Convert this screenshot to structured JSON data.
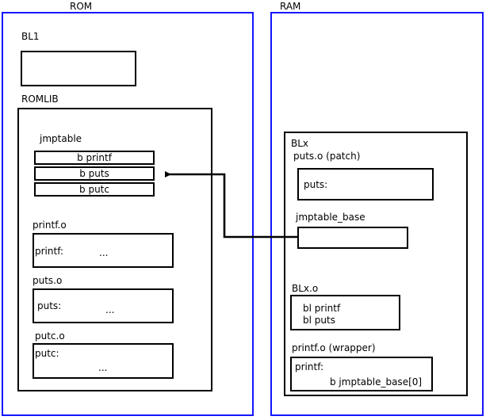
{
  "diagram": {
    "title_rom": "ROM",
    "title_ram": "RAM",
    "rom": {
      "bl1_label": "BL1",
      "romlib_label": "ROMLIB",
      "jmptable_label": "jmptable",
      "jmptable_entries": [
        "b printf",
        "b puts",
        "b putc"
      ],
      "objects": [
        {
          "name": "printf.o",
          "symbol": "printf:",
          "body": "..."
        },
        {
          "name": "puts.o",
          "symbol": "puts:",
          "body": "..."
        },
        {
          "name": "putc.o",
          "symbol": "putc:",
          "body": "..."
        }
      ]
    },
    "ram": {
      "blx_label": "BLx",
      "patch_label": "puts.o (patch)",
      "patch_symbol": "puts:",
      "jmptable_base_label": "jmptable_base",
      "blxo_label": "BLx.o",
      "blxo_line1": "bl printf",
      "blxo_line2": "bl puts",
      "wrapper_label": "printf.o (wrapper)",
      "wrapper_symbol": "printf:",
      "wrapper_branch": "b jmptable_base[0]"
    },
    "colors": {
      "region_border": "#1414ff",
      "box_border": "#000000",
      "connector": "#000000",
      "background": "#ffffff"
    }
  }
}
